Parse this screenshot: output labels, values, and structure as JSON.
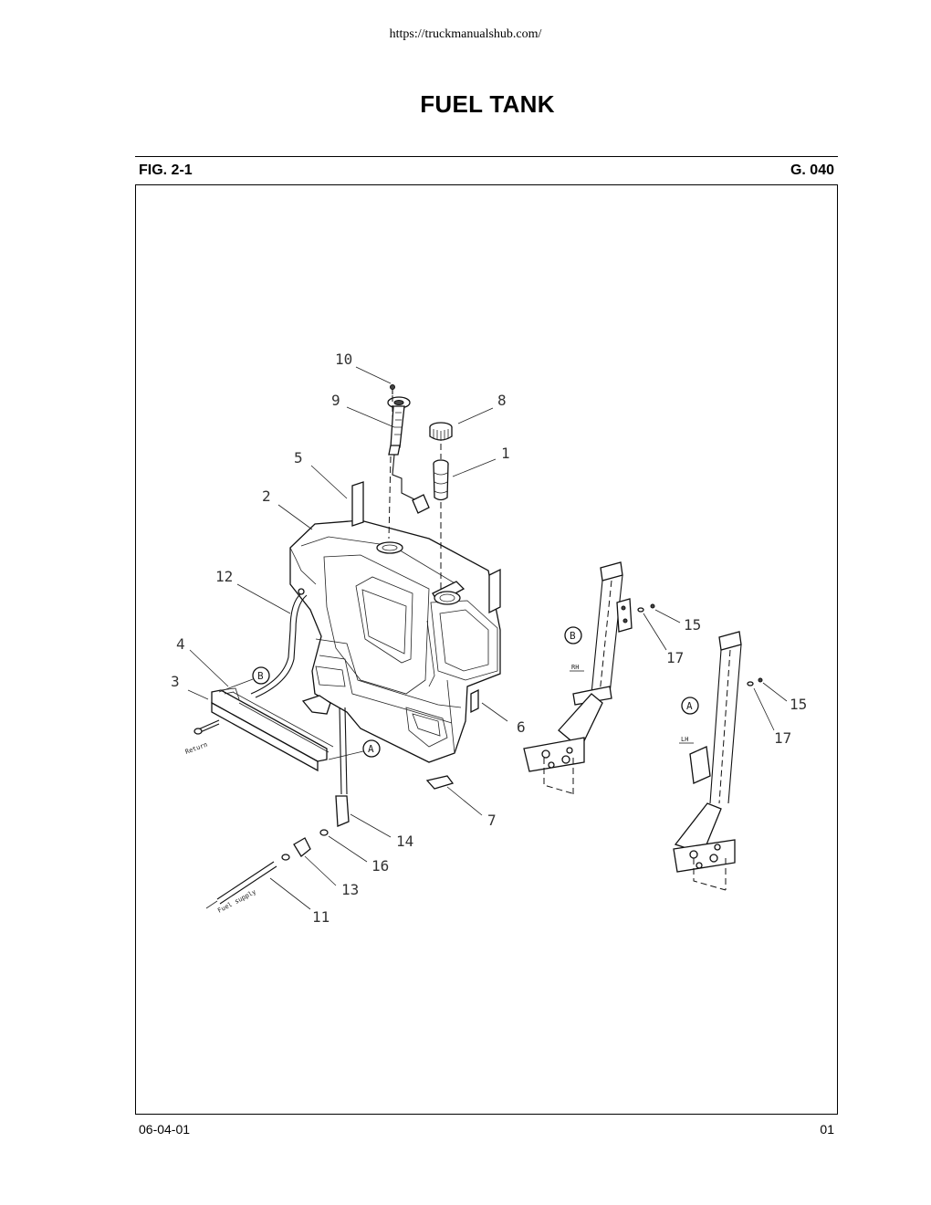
{
  "header": {
    "url": "https://truckmanualshub.com/",
    "title": "FUEL TANK",
    "figure": "FIG. 2-1",
    "group": "G. 040"
  },
  "footer": {
    "date": "06-04-01",
    "page": "01"
  },
  "callouts": [
    "1",
    "2",
    "3",
    "4",
    "5",
    "6",
    "7",
    "8",
    "9",
    "10",
    "11",
    "12",
    "13",
    "14",
    "15",
    "15",
    "16",
    "17",
    "17"
  ],
  "reference_markers": [
    "A",
    "B",
    "A",
    "B"
  ],
  "labels": {
    "return": "Return",
    "fuel_supply": "Fuel supply",
    "rh": "RH",
    "lh": "LH"
  }
}
